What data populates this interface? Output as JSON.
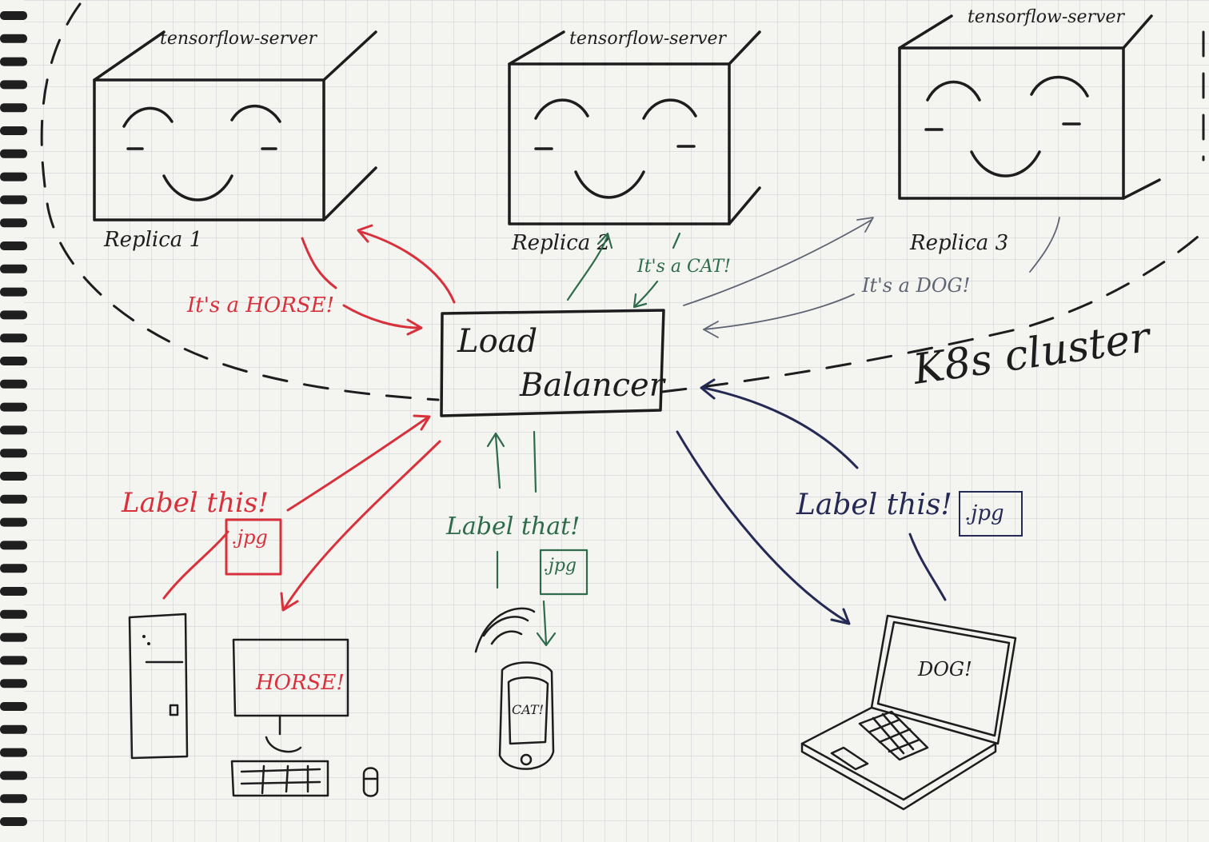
{
  "colors": {
    "paper": "#f4f4f1",
    "grid": "#c9ccd1",
    "ink": "#1d1d1d",
    "horse_path": "#d8313c",
    "cat_path": "#2e6b4a",
    "dog_request_path": "#252a55",
    "dog_reply_path": "#5f6472"
  },
  "replicas": [
    {
      "server_label": "tensorflow-server",
      "name": "Replica 1",
      "face": "smiley"
    },
    {
      "server_label": "tensorflow-server",
      "name": "Replica 2",
      "face": "smiley"
    },
    {
      "server_label": "tensorflow-server",
      "name": "Replica 3",
      "face": "smiley"
    }
  ],
  "load_balancer": {
    "line1": "Load",
    "line2": "Balancer"
  },
  "cluster_label": "K8s cluster",
  "responses": {
    "horse": "It's a HORSE!",
    "cat": "It's a CAT!",
    "dog": "It's a DOG!"
  },
  "clients": {
    "desktop": {
      "request": "Label this!",
      "file": ".jpg",
      "screen": "HORSE!",
      "icons": [
        "tower-icon",
        "monitor-icon",
        "keyboard-icon",
        "mouse-icon"
      ]
    },
    "phone": {
      "request": "Label that!",
      "file": ".jpg",
      "screen": "CAT!",
      "icons": [
        "phone-icon",
        "wifi-icon"
      ]
    },
    "laptop": {
      "request": "Label this!",
      "file": ".jpg",
      "screen": "DOG!",
      "icons": [
        "laptop-icon"
      ]
    }
  }
}
